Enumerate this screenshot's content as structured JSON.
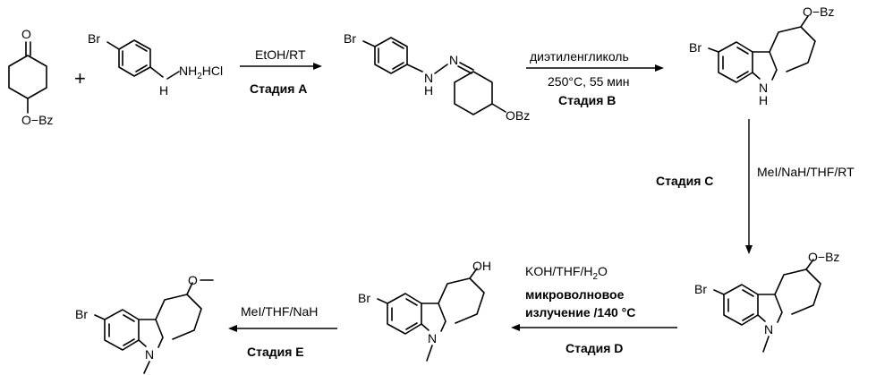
{
  "atoms": {
    "o": "O",
    "obz": "O−Bz",
    "obz2": "OBz",
    "br": "Br",
    "h": "H",
    "n": "N",
    "nh2hcl": "NH",
    "nh2_sub": "2",
    "hcl": "HCl",
    "oh": "OH",
    "o_methyl": "O",
    "plus": "+"
  },
  "steps": {
    "a": {
      "conditions": "EtOH/RT",
      "stage": "Стадия A"
    },
    "b": {
      "conditions_1": "диэтиленгликоль",
      "conditions_2": "250°C, 55 мин",
      "stage": "Стадия B"
    },
    "c": {
      "conditions": "MeI/NaH/THF/RT",
      "stage": "Стадия C"
    },
    "d": {
      "conditions_1a": "KOH/THF/H",
      "conditions_1_sub": "2",
      "conditions_1b": "O",
      "conditions_2": "микроволновое",
      "conditions_3": "излучение   /140 °C",
      "stage": "Стадия D"
    },
    "e": {
      "conditions": "MeI/THF/NaH",
      "stage": "Стадия E"
    }
  }
}
